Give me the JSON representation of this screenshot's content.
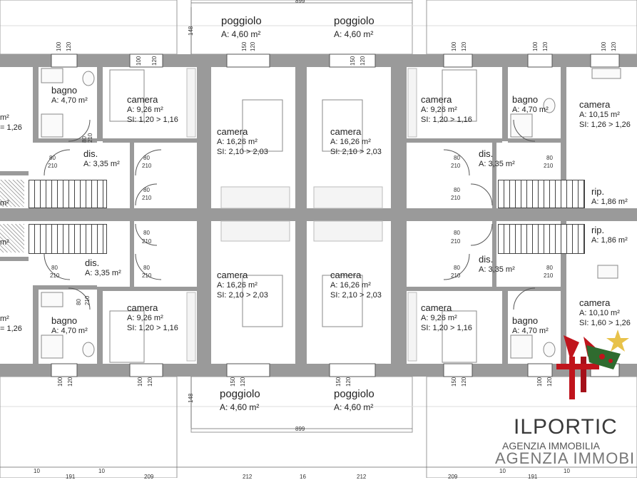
{
  "rooms": {
    "poggiolo_top_left": {
      "name": "poggiolo",
      "area": "A: 4,60 m²"
    },
    "poggiolo_top_right": {
      "name": "poggiolo",
      "area": "A: 4,60 m²"
    },
    "poggiolo_bot_left": {
      "name": "poggiolo",
      "area": "A: 4,60 m²"
    },
    "poggiolo_bot_right": {
      "name": "poggiolo",
      "area": "A: 4,60 m²"
    },
    "bagno_tl": {
      "name": "bagno",
      "area": "A: 4,70 m²"
    },
    "bagno_tr": {
      "name": "bagno",
      "area": "A: 4,70 m²"
    },
    "bagno_bl": {
      "name": "bagno",
      "area": "A: 4,70 m²"
    },
    "bagno_br": {
      "name": "bagno",
      "area": "A: 4,70 m²"
    },
    "camera_small_tl": {
      "name": "camera",
      "area": "A: 9,26 m²",
      "si": "SI: 1,20 > 1,16"
    },
    "camera_small_tr": {
      "name": "camera",
      "area": "A: 9,26 m²",
      "si": "SI: 1,20 > 1,16"
    },
    "camera_small_bl": {
      "name": "camera",
      "area": "A: 9,26 m²",
      "si": "SI: 1,20 > 1,16"
    },
    "camera_small_br": {
      "name": "camera",
      "area": "A: 9,26 m²",
      "si": "SI: 1,20 > 1,16"
    },
    "camera_big_tl": {
      "name": "camera",
      "area": "A: 16,26 m²",
      "si": "SI: 2,10 > 2,03"
    },
    "camera_big_tr": {
      "name": "camera",
      "area": "A: 16,26 m²",
      "si": "SI: 2,10 > 2,03"
    },
    "camera_big_bl": {
      "name": "camera",
      "area": "A: 16,26 m²",
      "si": "SI: 2,10 > 2,03"
    },
    "camera_big_br": {
      "name": "camera",
      "area": "A: 16,26 m²",
      "si": "SI: 2,10 > 2,03"
    },
    "camera_edge_tr": {
      "name": "camera",
      "area": "A: 10,15 m²",
      "si": "SI: 1,26 > 1,26"
    },
    "camera_edge_br": {
      "name": "camera",
      "area": "A: 10,10 m²",
      "si": "SI: 1,60 > 1,26"
    },
    "dis_tl": {
      "name": "dis.",
      "area": "A: 3,35 m²"
    },
    "dis_tr": {
      "name": "dis.",
      "area": "A: 3,35 m²"
    },
    "dis_bl": {
      "name": "dis.",
      "area": "A: 3,35 m²"
    },
    "dis_br": {
      "name": "dis.",
      "area": "A: 3,35 m²"
    },
    "rip_tr": {
      "name": "rip.",
      "area": "A: 1,86 m²"
    },
    "rip_br": {
      "name": "rip.",
      "area": "A: 1,86 m²"
    },
    "edge_left_top": {
      "area_frag": "m²",
      "si_frag": "= 1,26"
    },
    "edge_left_mid_top": {
      "area_frag": "m²"
    },
    "edge_left_mid_bot": {
      "area_frag": "m²"
    },
    "edge_left_bot": {
      "area_frag": "m²",
      "si_frag": "= 1,26"
    }
  },
  "dimensions": {
    "top_total": "899",
    "bottom_total": "899",
    "balcony_depth_top": "148",
    "balcony_depth_bot": "148",
    "window_w": "100",
    "window_w2": "120",
    "window_150": "150",
    "door_80": "80",
    "door_210": "210",
    "bottom_row": [
      "10",
      "191",
      "10",
      "209",
      "212",
      "16",
      "212",
      "209",
      "10",
      "191",
      "10"
    ]
  },
  "watermark": {
    "brand": "ILPORTIC",
    "line1": "AGENZIA IMMOBILIA",
    "line2": "AGENZIA IMMOBI"
  },
  "colors": {
    "wall": "#9a9a9a",
    "text": "#222222",
    "ribbon": "#c0141c",
    "star": "#e8c24a",
    "tree": "#2f6b2f"
  }
}
